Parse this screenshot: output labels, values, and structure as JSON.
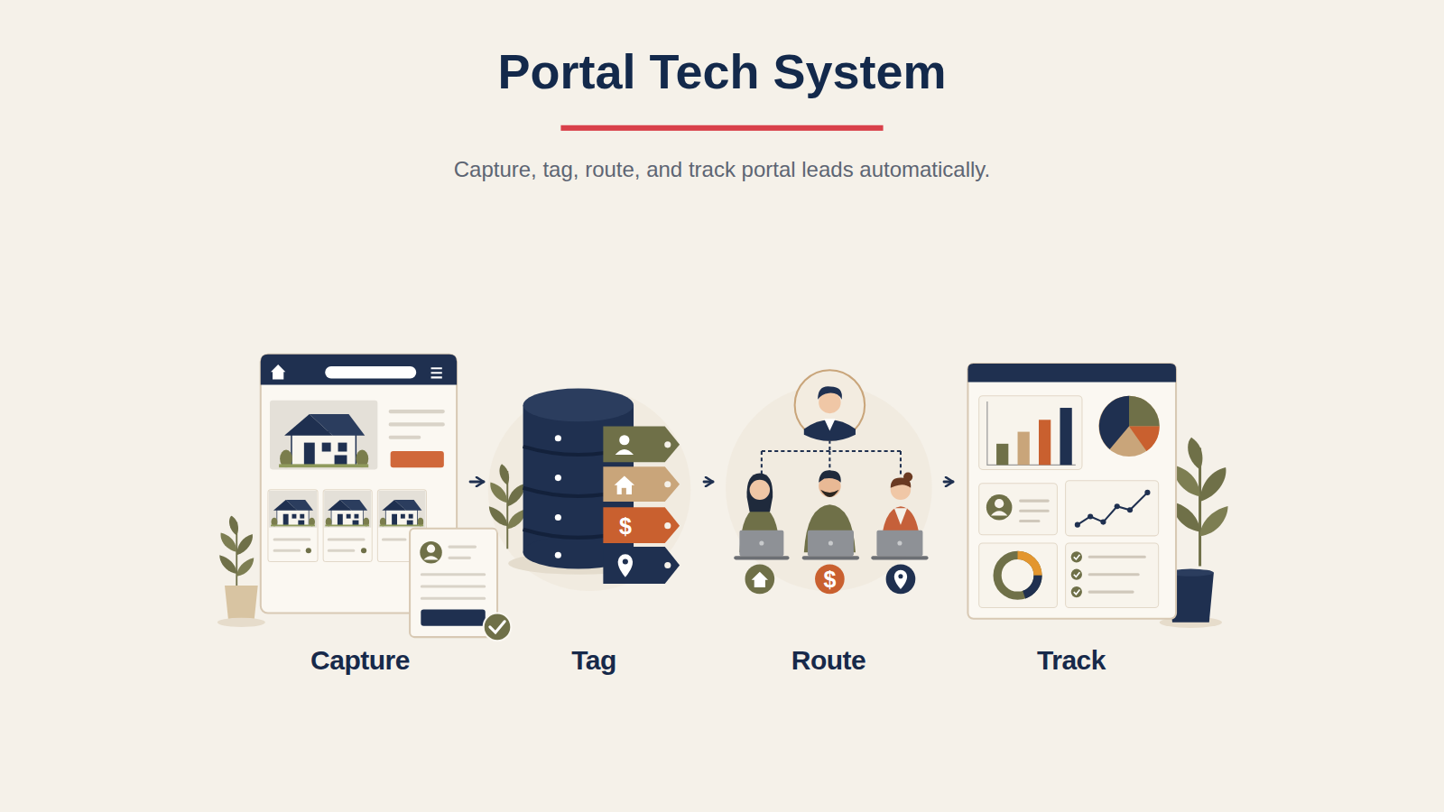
{
  "diagram": {
    "title": "Portal Tech System",
    "caption": "Capture, tag, route, and track portal leads automatically.",
    "nodes": [
      {
        "text": [
          "Capture"
        ]
      },
      {
        "text": [
          "Tag"
        ]
      },
      {
        "text": [
          "Route"
        ]
      },
      {
        "text": [
          "Track"
        ]
      }
    ],
    "edges": [
      {
        "from": 0,
        "to": 1,
        "arrow": "to"
      },
      {
        "from": 1,
        "to": 2,
        "arrow": "to"
      },
      {
        "from": 2,
        "to": 3,
        "arrow": "to"
      }
    ],
    "labels": [
      "$",
      "$"
    ]
  }
}
